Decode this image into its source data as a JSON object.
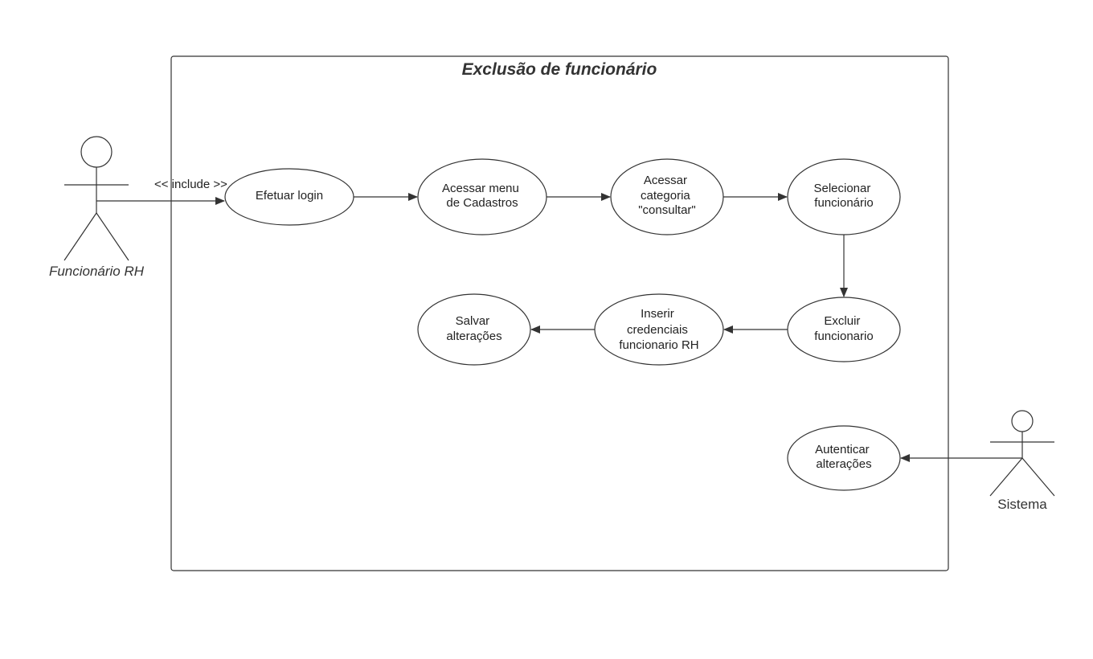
{
  "diagram": {
    "title": "Exclusão de funcionário",
    "actors": {
      "rh": "Funcionário RH",
      "sistema": "Sistema"
    },
    "include_label": "<< include >>",
    "use_cases": {
      "login": [
        "Efetuar login"
      ],
      "menu": [
        "Acessar menu",
        "de Cadastros"
      ],
      "categoria": [
        "Acessar",
        "categoria",
        "\"consultar\""
      ],
      "selecionar": [
        "Selecionar",
        "funcionário"
      ],
      "excluir": [
        "Excluir",
        "funcionario"
      ],
      "inserir": [
        "Inserir",
        "credenciais",
        "funcionario RH"
      ],
      "salvar": [
        "Salvar",
        "alterações"
      ],
      "autenticar": [
        "Autenticar",
        "alterações"
      ]
    }
  }
}
